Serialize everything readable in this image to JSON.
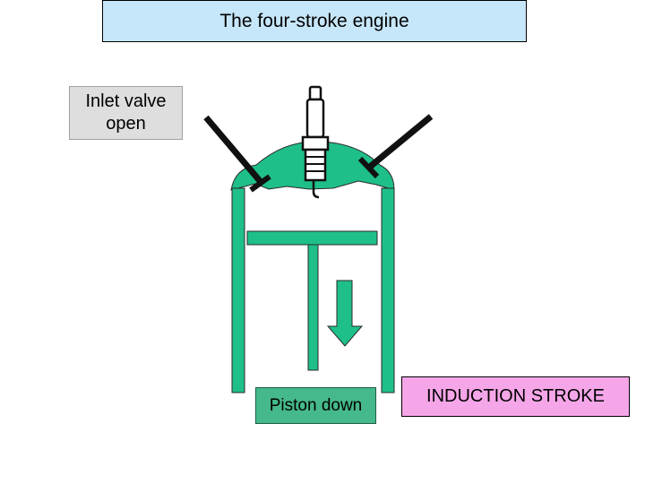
{
  "title": "The four-stroke engine",
  "inlet_label": "Inlet valve\nopen",
  "piston_label": "Piston down",
  "stroke_label": "INDUCTION STROKE",
  "icons": {
    "spark_plug": "spark-plug-icon",
    "inlet_valve": "inlet-valve-icon",
    "exhaust_valve": "exhaust-valve-icon",
    "motion_arrow": "down-arrow-icon"
  },
  "colors": {
    "engine_green": "#1fbf8a",
    "title_bg": "#c6e6f9",
    "inlet_bg": "#dedede",
    "piston_label_bg": "#45b98b",
    "stroke_bg": "#f5a6e8"
  }
}
